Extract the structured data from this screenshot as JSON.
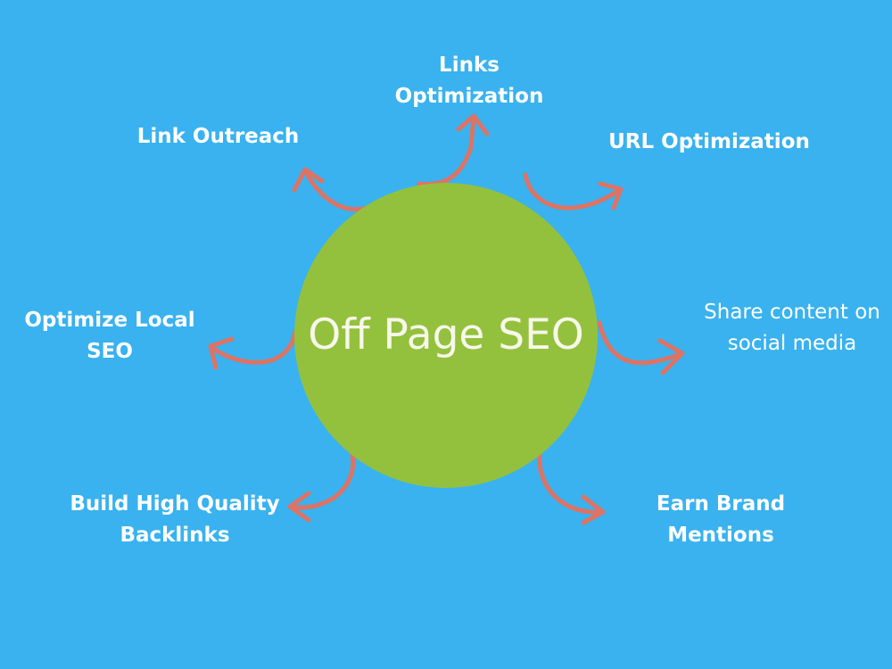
{
  "colors": {
    "background": "#39b2ef",
    "circle": "#94c13d",
    "arrow": "#dd7364",
    "text": "#ffffff",
    "center_text": "#f7f7ea"
  },
  "center": {
    "title": "Off Page SEO"
  },
  "nodes": {
    "links_optimization": "Links\nOptimization",
    "link_outreach": "Link Outreach",
    "url_optimization": "URL Optimization",
    "optimize_local_seo": "Optimize Local\nSEO",
    "share_content": "Share content on\nsocial media",
    "build_backlinks": "Build High Quality\nBacklinks",
    "earn_brand_mentions": "Earn Brand\nMentions"
  }
}
